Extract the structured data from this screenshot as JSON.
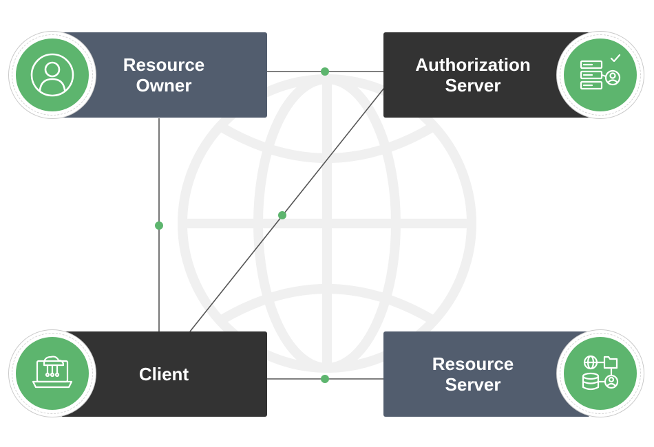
{
  "colors": {
    "accent_green": "#5db56e",
    "slate_box": "#525d6e",
    "dark_box": "#333333",
    "connector_line": "#555555",
    "globe_watermark": "#f0f0f0"
  },
  "nodes": {
    "resource_owner": {
      "label": "Resource\nOwner",
      "icon": "user-icon"
    },
    "authorization_server": {
      "label": "Authorization\nServer",
      "icon": "server-check-user-icon"
    },
    "client": {
      "label": "Client",
      "icon": "cloud-laptop-icon"
    },
    "resource_server": {
      "label": "Resource\nServer",
      "icon": "database-network-user-icon"
    }
  },
  "background": {
    "icon": "globe-icon"
  }
}
